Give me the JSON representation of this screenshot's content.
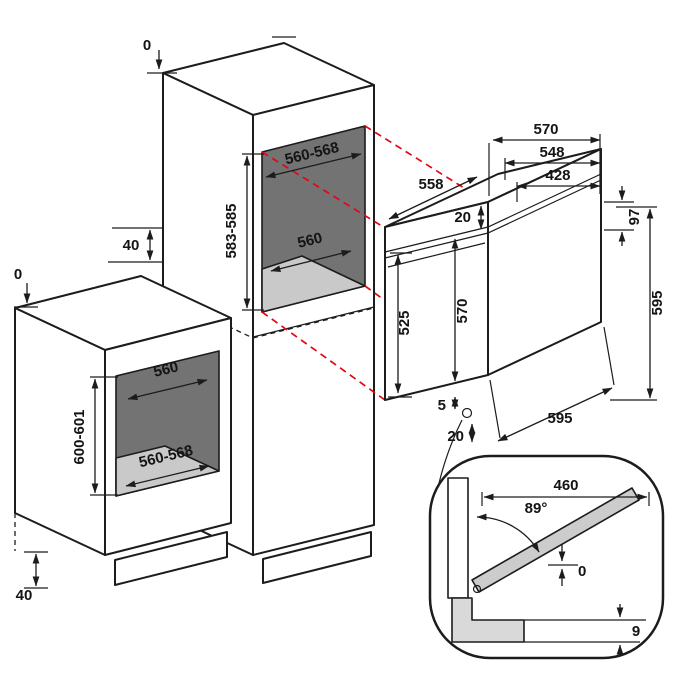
{
  "figure": {
    "background": "#ffffff",
    "line_color": "#1c1c1c",
    "projection_line_color": "#e30613",
    "niche_back_color": "#737373",
    "niche_floor_color": "#c9c9c9",
    "door_fill_color": "#cccccc",
    "panel_fill_color": "#d9d9d9"
  },
  "tall_unit": {
    "top_gap": "0",
    "niche_width": "560-568",
    "niche_height": "583-585",
    "niche_depth": "560",
    "worktop_gap": "40"
  },
  "base_unit": {
    "top_gap": "0",
    "niche_depth": "560",
    "niche_height": "600-601",
    "niche_width": "560-568",
    "plinth_height": "40"
  },
  "oven": {
    "depth_with_door": "570",
    "depth_body": "548",
    "depth_inner": "428",
    "min_cabinet_depth": "558",
    "top_inset": "20",
    "fascia_height": "97",
    "height": "595",
    "door_height_min": "525",
    "door_height": "570",
    "rear_gap": "5",
    "front_clearance": "20",
    "width": "595"
  },
  "door_detail": {
    "door_length": "460",
    "opening_angle": "89°",
    "flush_gap": "0",
    "bottom_clearance": "9"
  }
}
